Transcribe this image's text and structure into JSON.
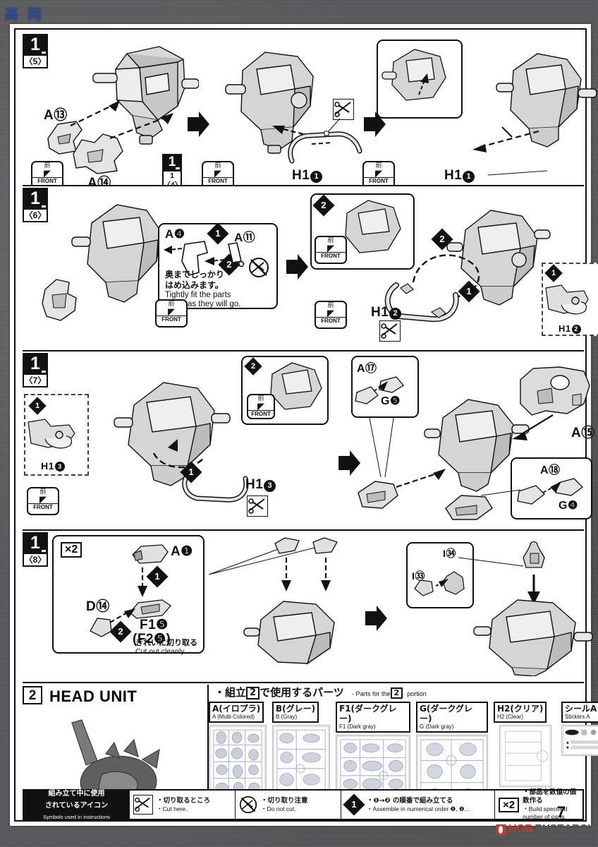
{
  "watermark": {
    "brand_cn": "高  网",
    "brand_sub": "gao-chao.com",
    "hobby_1": "HOB",
    "hobby_2": "BYSEARCH"
  },
  "page": {
    "number": "7"
  },
  "steps": [
    {
      "id": "step-1-5",
      "big": "1",
      "sub": "〈5〉",
      "labels": [
        "A⑬",
        "A⑭",
        "H1❶",
        "H1❶"
      ],
      "sub_marker": "1 〈4〉",
      "front": {
        "kanji": "前",
        "text": "FRONT"
      }
    },
    {
      "id": "step-1-6",
      "big": "1",
      "sub": "〈6〉",
      "labels": [
        "A❹",
        "A⑪",
        "H1❷",
        "H1❷"
      ],
      "note_jp_1": "奥までしっかり",
      "note_jp_2": "はめ込みます。",
      "note_en_1": "Tightly fit the parts",
      "note_en_2": "as far as they will go.",
      "front": {
        "kanji": "前",
        "text": "FRONT"
      }
    },
    {
      "id": "step-1-7",
      "big": "1",
      "sub": "〈7〉",
      "labels": [
        "H1❸",
        "H1❸",
        "A⑰",
        "G❺",
        "A⑮",
        "A⑱",
        "G❹"
      ],
      "front": {
        "kanji": "前",
        "text": "FRONT"
      }
    },
    {
      "id": "step-1-8",
      "big": "1",
      "sub": "〈8〉",
      "multiplier": "×2",
      "labels": [
        "A❶",
        "D⑭",
        "F1❺",
        "(F2❺)",
        "I㉞",
        "I㉝"
      ],
      "note_jp": "きれいに切り取る",
      "note_en": "Cut out cleanly."
    }
  ],
  "section2": {
    "marker": "2",
    "title": "HEAD UNIT",
    "parts_header_jp_a": "・組立",
    "parts_header_num": "2",
    "parts_header_jp_b": "で使用するパーツ",
    "parts_header_en_a": "- Parts for the",
    "parts_header_en_b": "portion",
    "parts": [
      {
        "jp": "A(イロプラ)",
        "en": "A (Multi-Colored)"
      },
      {
        "jp": "B(グレー)",
        "en": "B (Gray)"
      },
      {
        "jp": "F1(ダークグレー)",
        "en": "F1 (Dark gray)"
      },
      {
        "jp": "G(ダークグレー)",
        "en": "G (Dark gray)"
      },
      {
        "jp": "H2(クリア)",
        "en": "H2 (Clear)"
      },
      {
        "jp": "シールA",
        "en": "Stickers A"
      }
    ]
  },
  "legend": {
    "header_jp_1": "組み立て中に使用",
    "header_jp_2": "されているアイコン",
    "header_en": "Symbols used in instructions",
    "items": [
      {
        "icon": "cut-here-icon",
        "jp": "・切り取るところ",
        "en": "・Cut here."
      },
      {
        "icon": "do-not-cut-icon",
        "jp": "・切り取り注意",
        "en": "・Do not cut."
      },
      {
        "icon": "order-icon",
        "glyph": "1",
        "jp": "・❶→❷ の順番で組み立てる",
        "en": "・Assemble in numerical order ❶, ❷..."
      },
      {
        "icon": "quantity-icon",
        "glyph": "×2",
        "jp": "・部品を数値の個数作る",
        "en": "・Build specified number of parts."
      }
    ]
  }
}
